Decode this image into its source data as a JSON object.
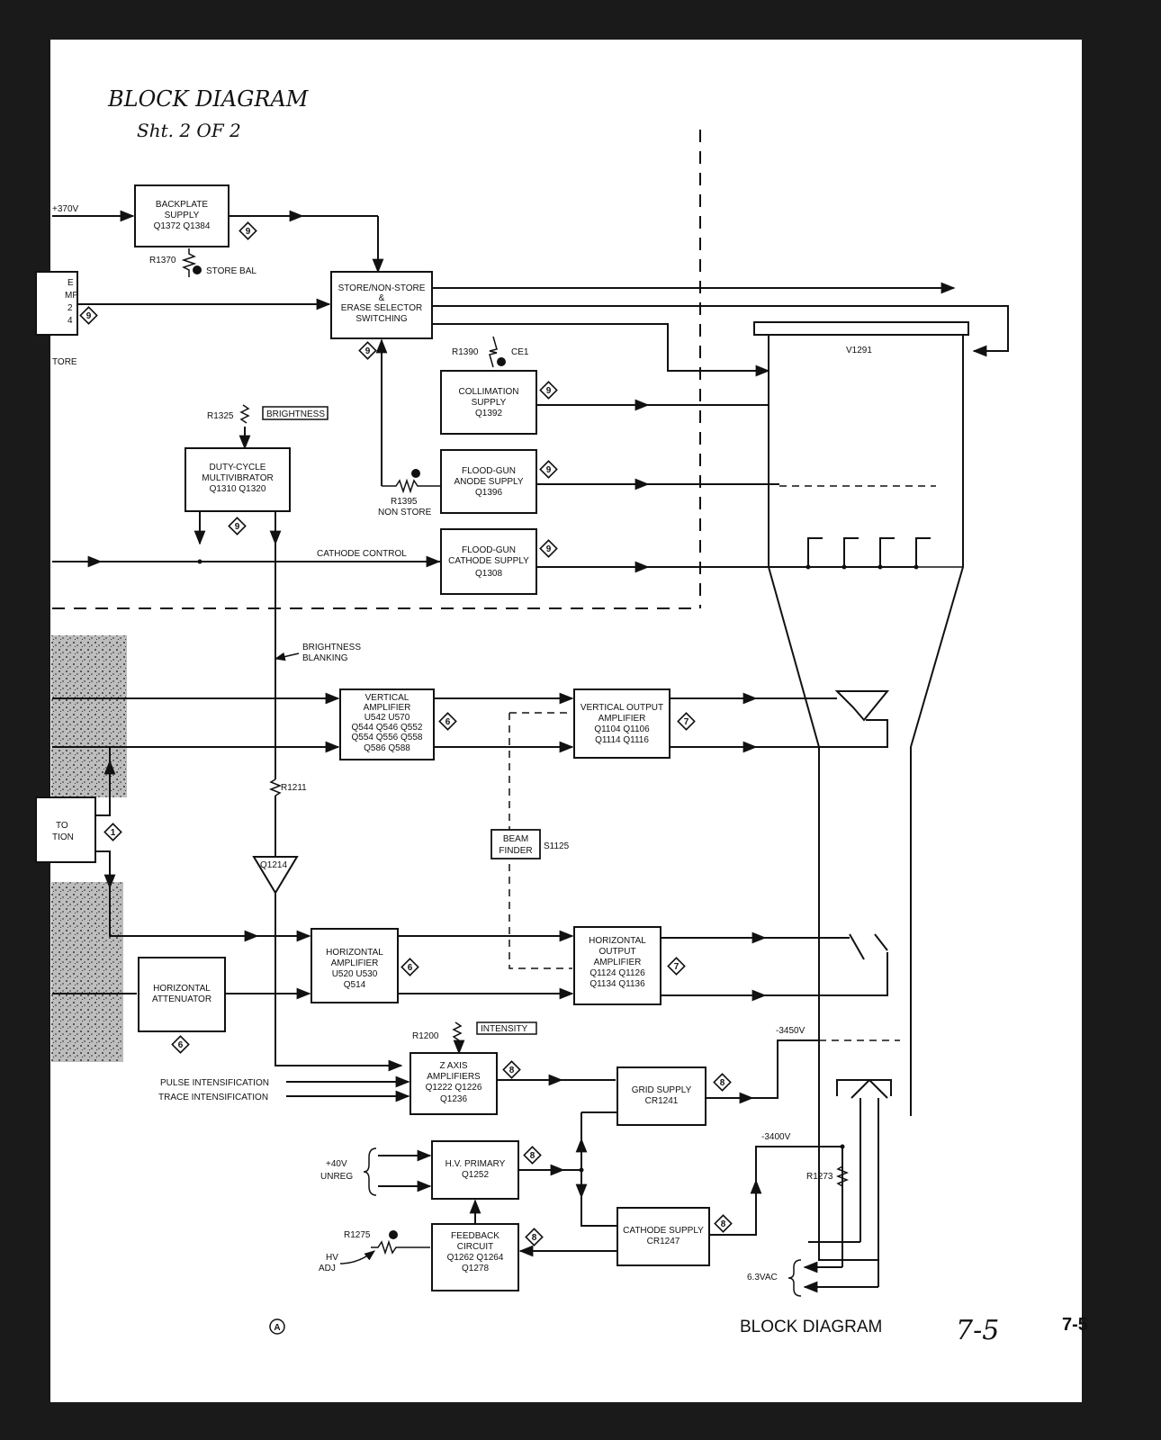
{
  "title": {
    "line1": "BLOCK DIAGRAM",
    "line2": "Sht. 2 OF 2"
  },
  "footer": {
    "caption": "BLOCK DIAGRAM",
    "handwritten_page": "7-5",
    "page_number": "7-5",
    "revision": "A"
  },
  "blocks": {
    "backplate": {
      "l1": "BACKPLATE",
      "l2": "SUPPLY",
      "l3": "Q1372  Q1384",
      "ref": "9"
    },
    "store_switch": {
      "l1": "STORE/NON-STORE",
      "l2": "&",
      "l3": "ERASE SELECTOR",
      "l4": "SWITCHING",
      "ref": "9"
    },
    "collimation": {
      "l1": "COLLIMATION",
      "l2": "SUPPLY",
      "l3": "Q1392",
      "ref": "9"
    },
    "duty_cycle": {
      "l1": "DUTY-CYCLE",
      "l2": "MULTIVIBRATOR",
      "l3": "Q1310  Q1320",
      "ref": "9"
    },
    "flood_anode": {
      "l1": "FLOOD-GUN",
      "l2": "ANODE SUPPLY",
      "l3": "Q1396",
      "ref": "9"
    },
    "flood_cathode": {
      "l1": "FLOOD-GUN",
      "l2": "CATHODE SUPPLY",
      "l3": "Q1308",
      "ref": "9"
    },
    "vert_amp": {
      "l1": "VERTICAL",
      "l2": "AMPLIFIER",
      "l3": "U542  U570",
      "l4": "Q544  Q546  Q552",
      "l5": "Q554  Q556  Q558",
      "l6": "Q586  Q588",
      "ref": "6"
    },
    "vert_out": {
      "l1": "VERTICAL OUTPUT",
      "l2": "AMPLIFIER",
      "l3": "Q1104  Q1106",
      "l4": "Q1114  Q1116",
      "ref": "7"
    },
    "horiz_amp": {
      "l1": "HORIZONTAL",
      "l2": "AMPLIFIER",
      "l3": "U520  U530",
      "l4": "Q514",
      "ref": "6"
    },
    "horiz_out": {
      "l1": "HORIZONTAL",
      "l2": "OUTPUT",
      "l3": "AMPLIFIER",
      "l4": "Q1124  Q1126",
      "l5": "Q1134  Q1136",
      "ref": "7"
    },
    "horiz_att": {
      "l1": "HORIZONTAL",
      "l2": "ATTENUATOR",
      "ref": "6"
    },
    "z_axis": {
      "l1": "Z AXIS",
      "l2": "AMPLIFIERS",
      "l3": "Q1222  Q1226",
      "l4": "Q1236",
      "ref": "8"
    },
    "grid_supply": {
      "l1": "GRID SUPPLY",
      "l2": "CR1241",
      "ref": "8"
    },
    "hv_primary": {
      "l1": "H.V. PRIMARY",
      "l2": "Q1252",
      "ref": "8"
    },
    "feedback": {
      "l1": "FEEDBACK",
      "l2": "CIRCUIT",
      "l3": "Q1262  Q1264",
      "l4": "Q1278",
      "ref": "8"
    },
    "cathode_supply": {
      "l1": "CATHODE SUPPLY",
      "l2": "CR1247",
      "ref": "8"
    },
    "left_partial_1": {
      "l1": "E",
      "l2": "MP",
      "l3": "2",
      "l4": "4",
      "ref": "9"
    },
    "left_partial_2": {
      "l1": "TO",
      "l2": "TION",
      "ref": "1"
    }
  },
  "labels": {
    "plus370": "+370V",
    "r1370": "R1370",
    "store_bal": "STORE BAL",
    "store_left": "TORE",
    "r1390": "R1390",
    "ce1": "CE1",
    "v1291": "V1291",
    "r1325": "R1325",
    "brightness": "BRIGHTNESS",
    "r1395": "R1395",
    "non_store": "NON STORE",
    "cathode_control": "CATHODE CONTROL",
    "brightness_blanking_1": "BRIGHTNESS",
    "brightness_blanking_2": "BLANKING",
    "r1211": "R1211",
    "q1214": "Q1214",
    "beam_finder_1": "BEAM",
    "beam_finder_2": "FINDER",
    "s1125": "S1125",
    "r1200": "R1200",
    "intensity": "INTENSITY",
    "minus3450": "-3450V",
    "pulse_int": "PULSE INTENSIFICATION",
    "trace_int": "TRACE INTENSIFICATION",
    "plus40": "+40V",
    "unreg": "UNREG",
    "minus3400": "-3400V",
    "r1273": "R1273",
    "r1275": "R1275",
    "hv_adj_1": "HV",
    "hv_adj_2": "ADJ",
    "vac63": "6.3VAC"
  },
  "colors": {
    "border": "#1a1a1a",
    "paper": "#ffffff",
    "ink": "#111111"
  }
}
